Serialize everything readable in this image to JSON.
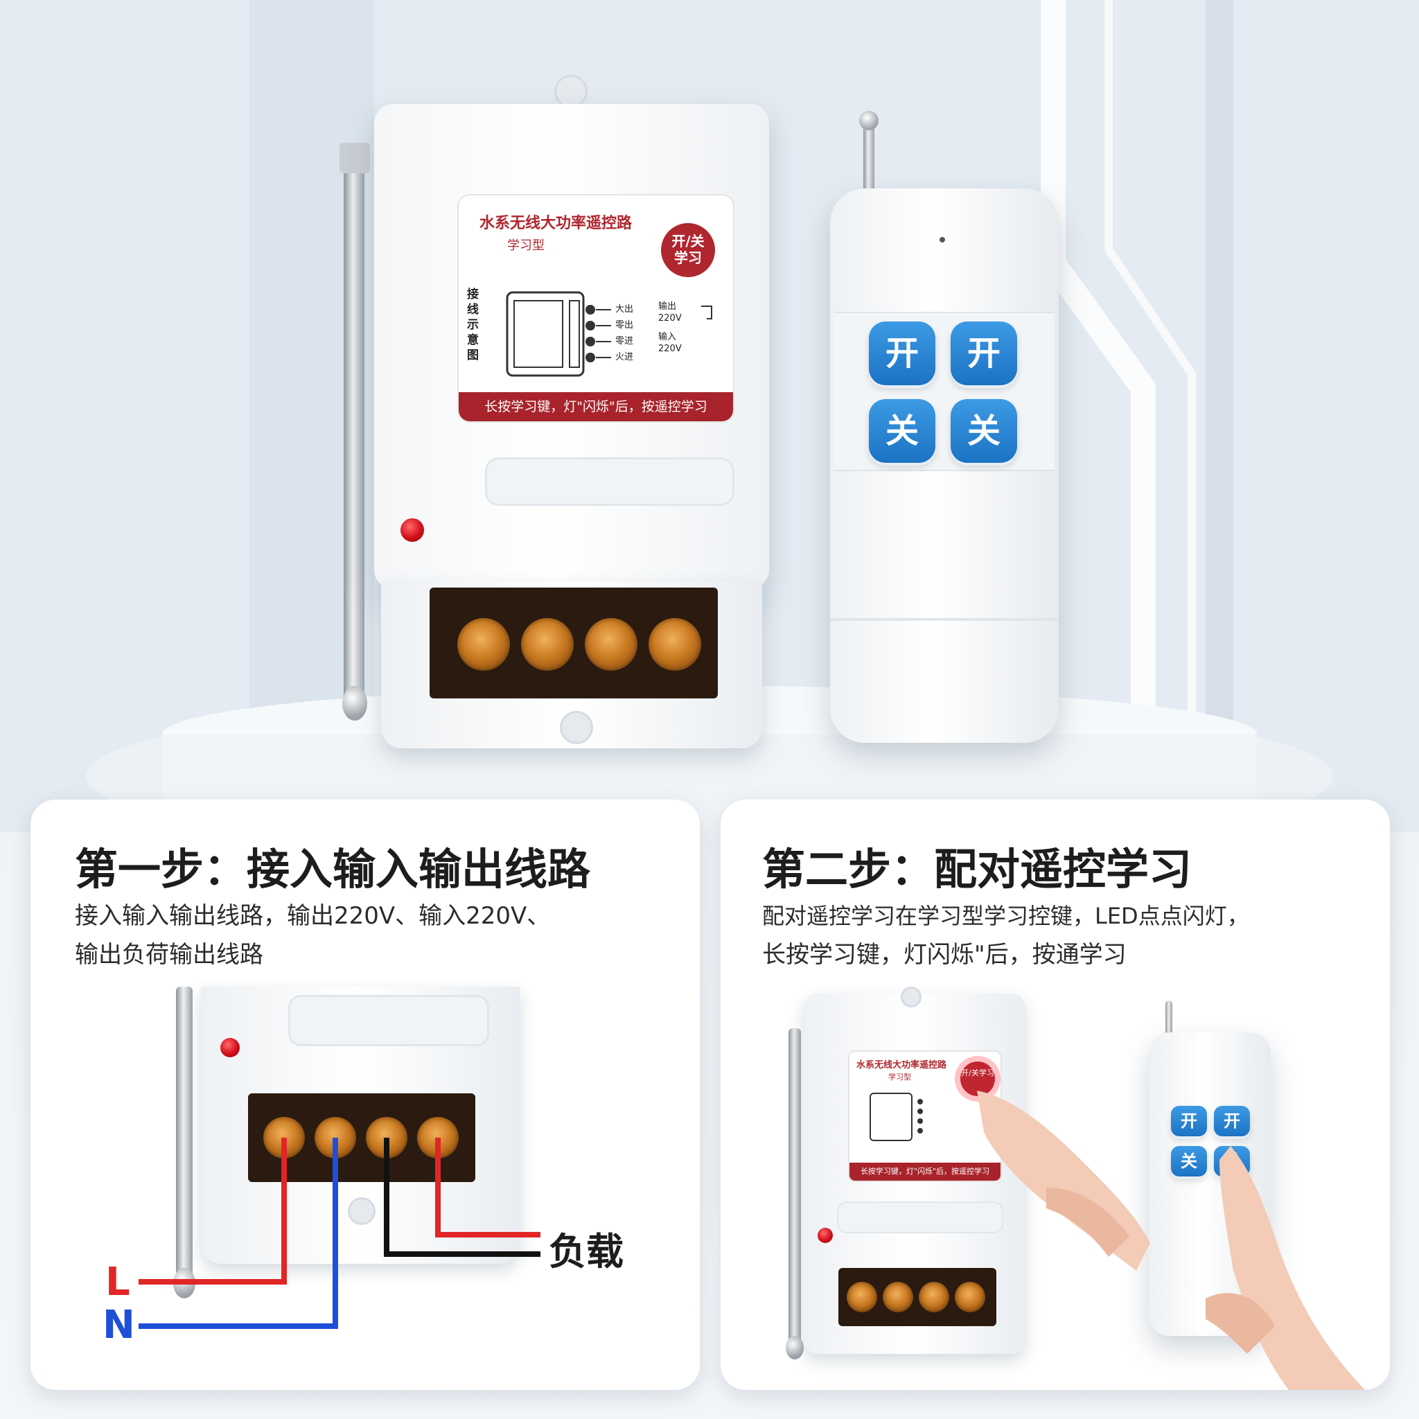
{
  "hero": {
    "receiver_label": {
      "title": "水系无线大功率遥控路",
      "subtitle": "学习型",
      "learn_badge_line1": "开/关",
      "learn_badge_line2": "学习",
      "diagram_side_text": "接线示意图",
      "terminal_labels": [
        "大出",
        "零出",
        "零进",
        "火进"
      ],
      "output_label": "输出 220V",
      "input_label": "输入 220V",
      "instruction_strip": "长按学习键，灯\"闪烁\"后，按遥控学习"
    },
    "remote_buttons": [
      "开",
      "开",
      "关",
      "关"
    ]
  },
  "step1": {
    "title": "第一步：接入输入输出线路",
    "desc_line1": "接入输入输出线路，输出220V、输入220V、",
    "desc_line2": "输出负荷输出线路",
    "wire_L": "L",
    "wire_N": "N",
    "load": "负载",
    "colors": {
      "L": "#e02626",
      "N": "#1f4fd8",
      "load": "#111111"
    }
  },
  "step2": {
    "title": "第二步：配对遥控学习",
    "desc_line1": "配对遥控学习在学习型学习控键，LED点点闪灯，",
    "desc_line2": "长按学习键，灯闪烁\"后，按通学习",
    "mini_label_title": "水系无线大功率遥控路",
    "mini_label_sub": "学习型",
    "mini_learn_badge": "开/关学习",
    "mini_strip": "长按学习键，灯\"闪烁\"后，按遥控学习",
    "mini_remote_buttons": [
      "开",
      "开",
      "关",
      "关"
    ]
  },
  "colors": {
    "accent_red": "#a8232b",
    "button_blue": "#1c73c4"
  }
}
